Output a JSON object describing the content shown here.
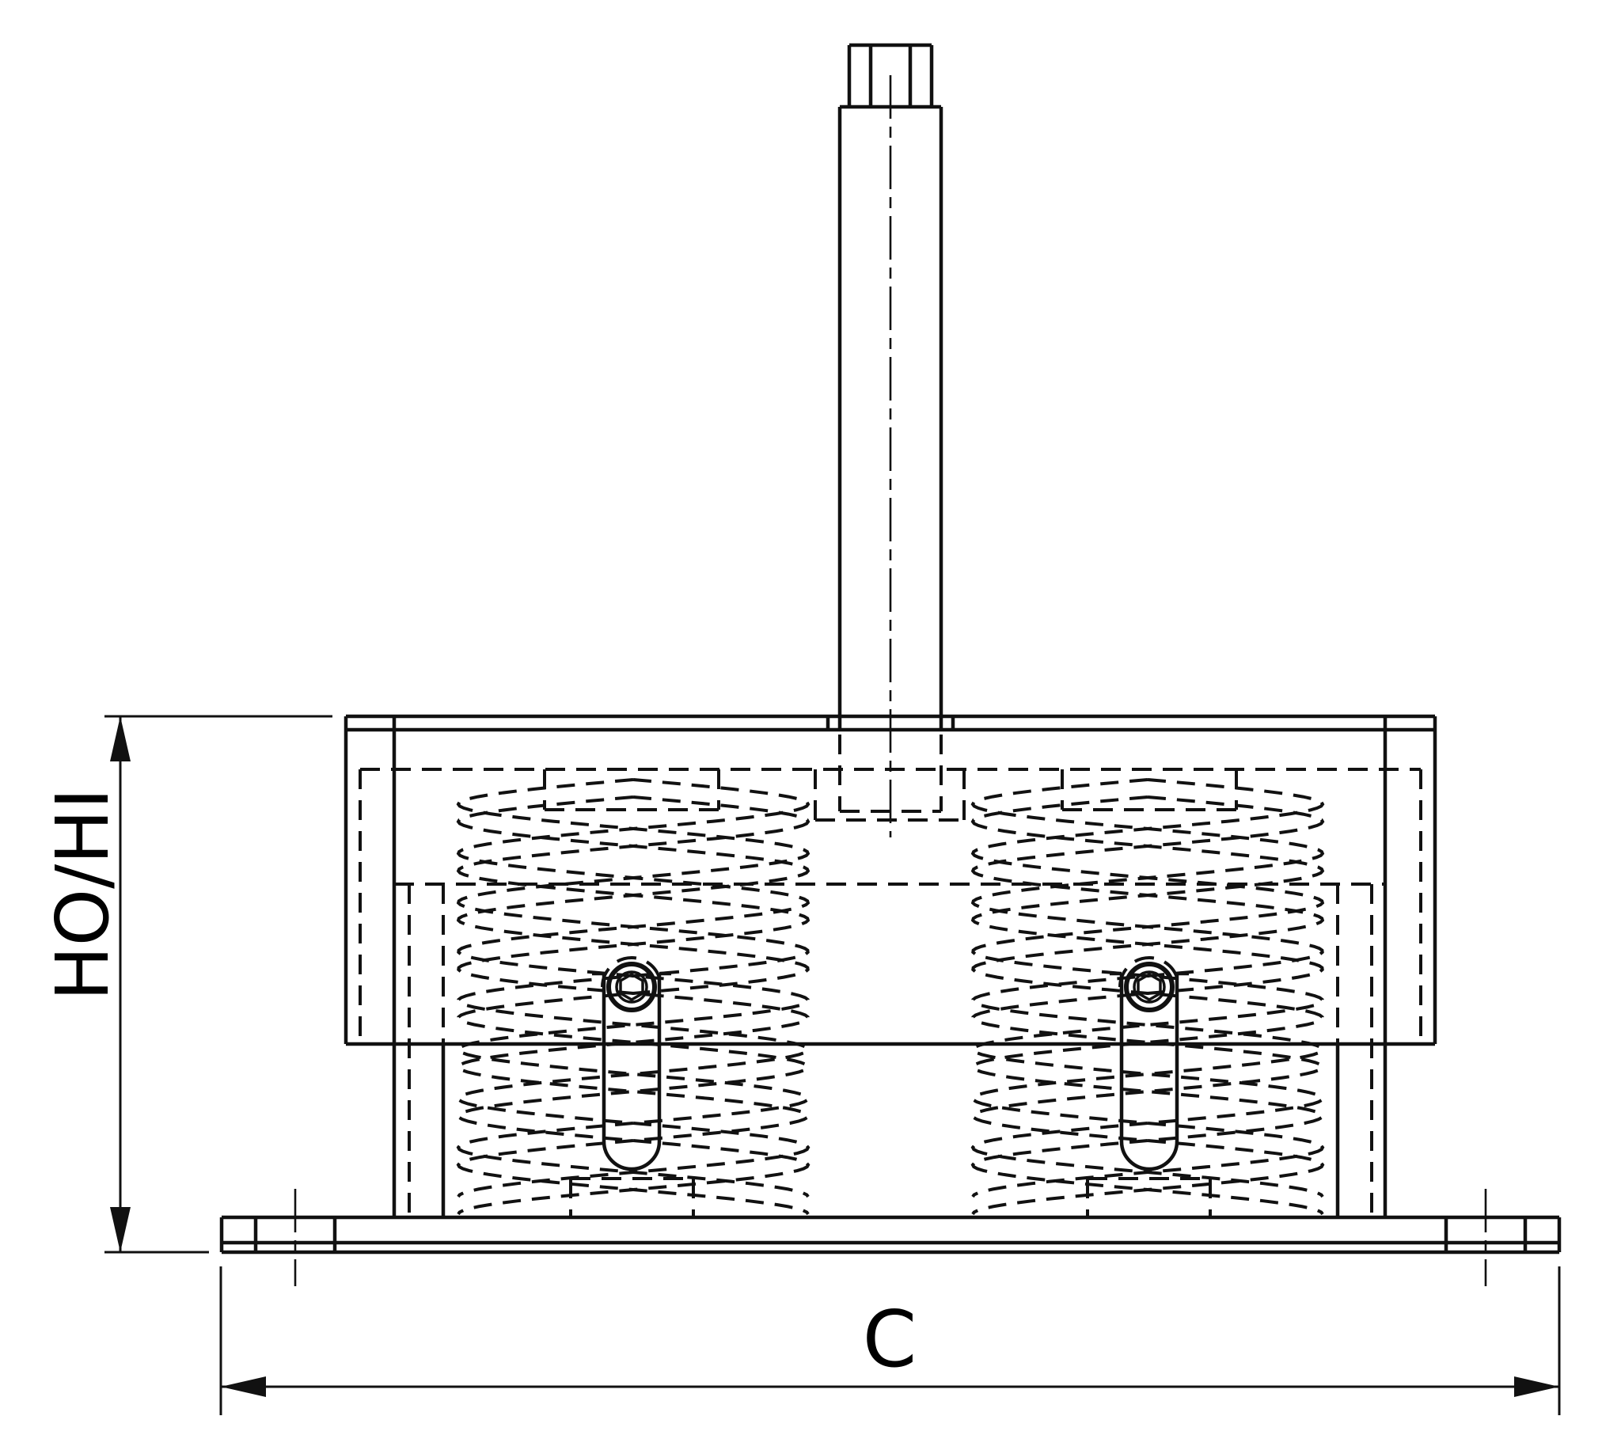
{
  "drawing": {
    "labels": {
      "height_dimension": "HO/HI",
      "width_dimension": "C"
    },
    "colors": {
      "line": "#111111",
      "background": "#ffffff",
      "text": "#000000"
    },
    "line_styles": {
      "visible_edges": "solid",
      "hidden_edges": "dashed",
      "centerlines": "dash-dot"
    }
  }
}
